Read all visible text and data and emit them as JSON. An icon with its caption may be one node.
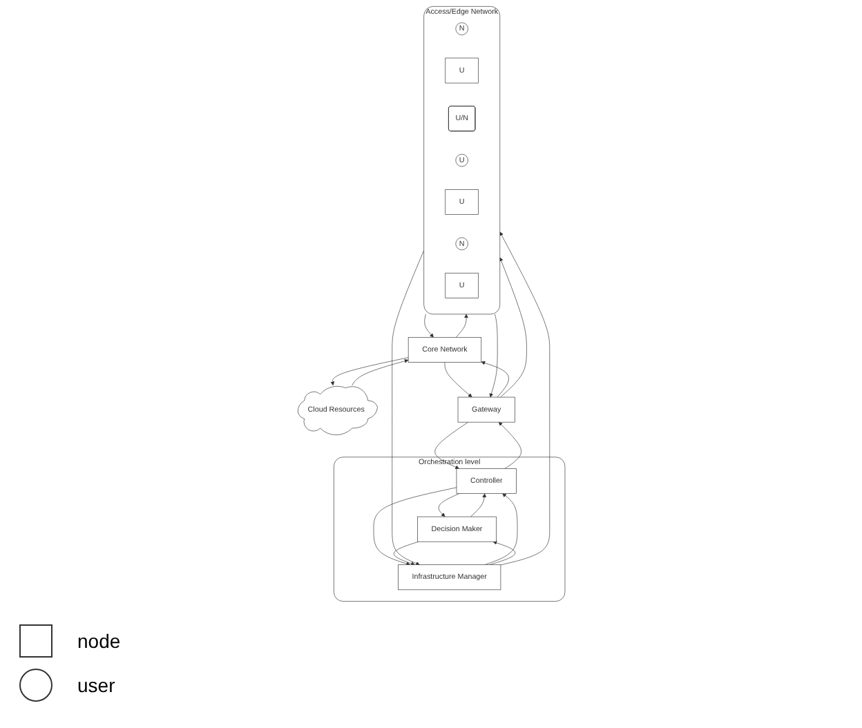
{
  "diagram": {
    "nodes": [
      {
        "text": [
          "Cloud Resources"
        ]
      },
      {
        "text": [
          "Orchestration level"
        ]
      },
      {
        "text": [
          "Controller"
        ],
        "in": 1
      },
      {
        "text": [
          "Decision Maker"
        ],
        "in": 1
      },
      {
        "text": [
          "Infrastructure Manager"
        ],
        "in": 1
      },
      {
        "text": [
          "Gateway"
        ]
      },
      {
        "text": [
          "Core Network"
        ]
      },
      {
        "text": [
          "Access/Edge Network"
        ]
      },
      {
        "text": [
          "N"
        ],
        "in": 7
      },
      {
        "text": [
          "U"
        ],
        "in": 7
      },
      {
        "text": [
          "U/N"
        ],
        "in": 7
      },
      {
        "text": [
          "U"
        ],
        "in": 7
      },
      {
        "text": [
          "U"
        ],
        "in": 7
      },
      {
        "text": [
          "N"
        ],
        "in": 7
      },
      {
        "text": [
          "U"
        ],
        "in": 7
      }
    ],
    "edges": [
      {
        "from": 6,
        "to": 0,
        "arrow": "to"
      },
      {
        "from": 0,
        "to": 6,
        "arrow": "to"
      },
      {
        "from": 3,
        "to": 2,
        "arrow": "to"
      },
      {
        "from": 2,
        "to": 3,
        "arrow": "to"
      },
      {
        "from": 4,
        "to": 2,
        "arrow": "to"
      },
      {
        "from": 2,
        "to": 4,
        "arrow": "to"
      },
      {
        "from": 4,
        "to": 3,
        "arrow": "to"
      },
      {
        "from": 3,
        "to": 4,
        "arrow": "to"
      },
      {
        "from": 5,
        "to": 2,
        "arrow": "to"
      },
      {
        "from": 2,
        "to": 5,
        "arrow": "to"
      },
      {
        "from": 6,
        "to": 5,
        "arrow": "to"
      },
      {
        "from": 5,
        "to": 6,
        "arrow": "to"
      },
      {
        "from": 7,
        "to": 6,
        "arrow": "to"
      },
      {
        "from": 6,
        "to": 7,
        "arrow": "to"
      },
      {
        "from": 5,
        "to": 7,
        "arrow": "to"
      },
      {
        "from": 7,
        "to": 5,
        "arrow": "to"
      },
      {
        "from": 7,
        "to": 4,
        "arrow": "to"
      },
      {
        "from": 4,
        "to": 7,
        "arrow": "to"
      }
    ],
    "legend": [
      {
        "text": "node"
      },
      {
        "text": "user"
      }
    ]
  }
}
